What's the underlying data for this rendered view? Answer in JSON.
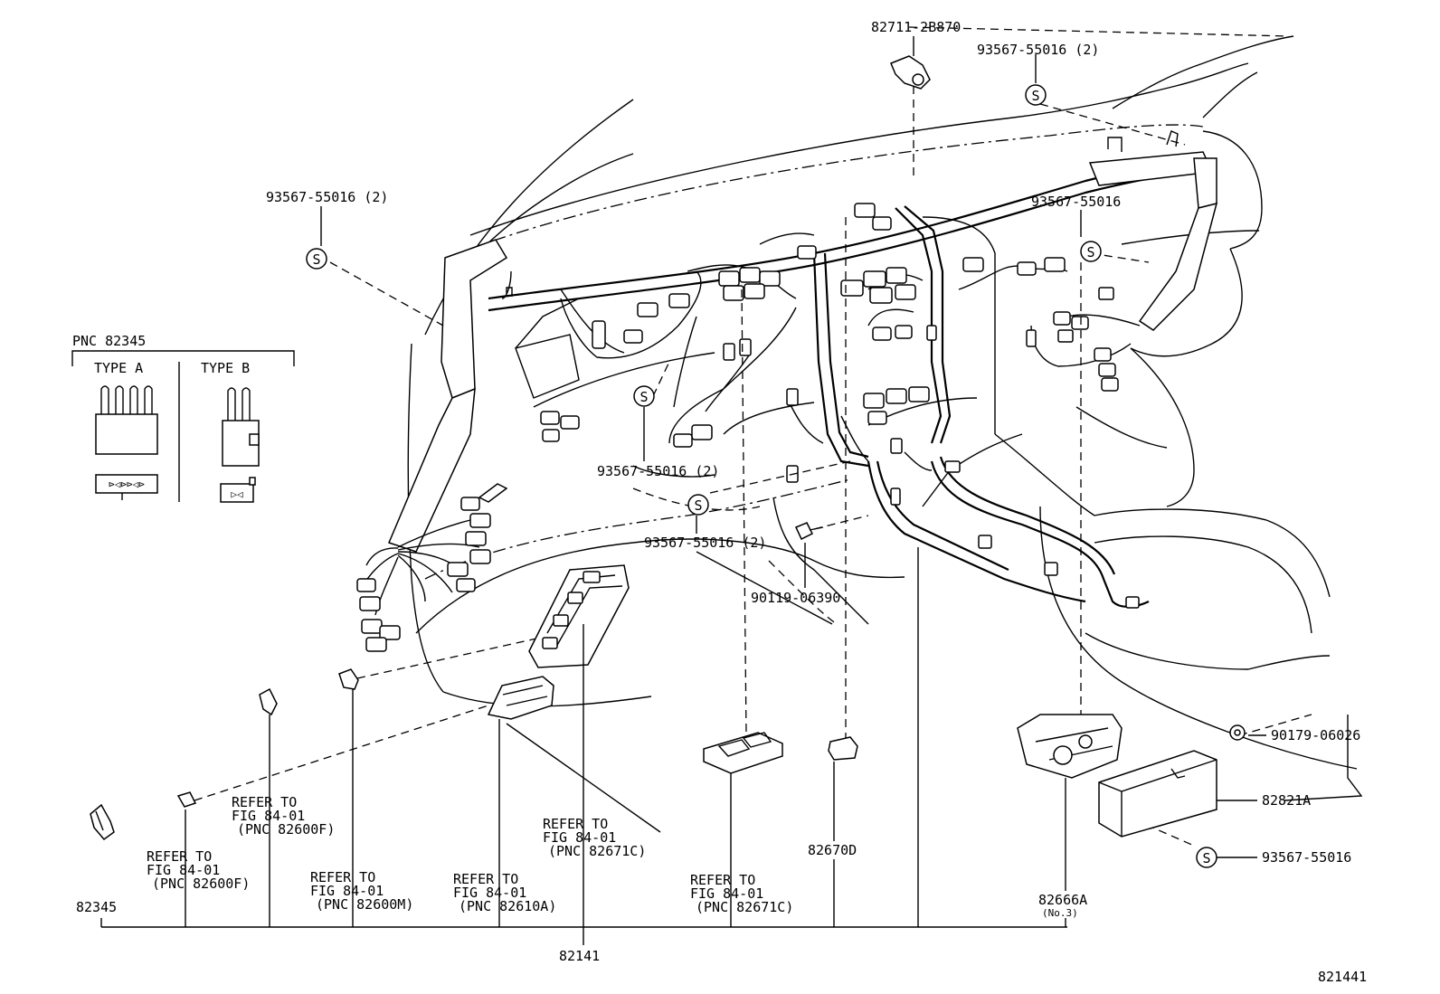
{
  "diagram": {
    "fig_number": "821441",
    "pnc_box": {
      "title": "PNC 82345",
      "type_a": "TYPE A",
      "type_b": "TYPE B"
    },
    "callouts": {
      "top_bracket": "82711-2B870",
      "clip_top_right": "93567-55016 (2)",
      "clip_top_left": "93567-55016 (2)",
      "clip_right": "93567-55016",
      "clip_center": "93567-55016 (2)",
      "clip_lower_center": "93567-55016 (2)",
      "bolt": "90119-06390",
      "nut": "90179-06026",
      "cover": "82821A",
      "clip_cover": "93567-55016",
      "relay_82670d": "82670D",
      "block_82666a": "82666A",
      "block_82666a_note": "(No.3)",
      "connector_82345": "82345",
      "harness_82141": "82141"
    },
    "refer_notes": [
      {
        "line1": "REFER TO",
        "line2": "FIG 84-01",
        "line3": "(PNC 82600F)"
      },
      {
        "line1": "REFER TO",
        "line2": "FIG 84-01",
        "line3": "(PNC 82600F)"
      },
      {
        "line1": "REFER TO",
        "line2": "FIG 84-01",
        "line3": "(PNC 82600M)"
      },
      {
        "line1": "REFER TO",
        "line2": "FIG 84-01",
        "line3": "(PNC 82610A)"
      },
      {
        "line1": "REFER TO",
        "line2": "FIG 84-01",
        "line3": "(PNC 82671C)"
      },
      {
        "line1": "REFER TO",
        "line2": "FIG 84-01",
        "line3": "(PNC 82671C)"
      }
    ],
    "clip_symbol": "S"
  }
}
